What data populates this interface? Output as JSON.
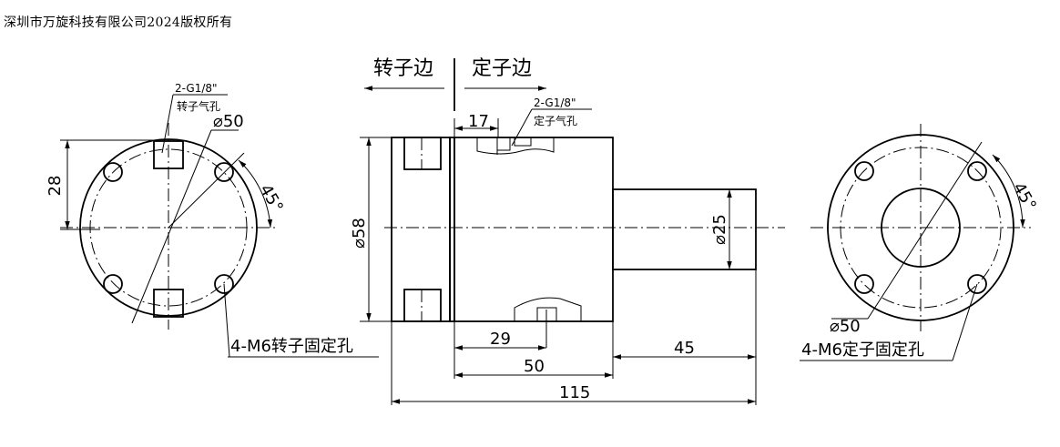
{
  "copyright": "深圳市万旋科技有限公司2024版权所有",
  "side_labels": {
    "rotor": "转子边",
    "stator": "定子边"
  },
  "left_view": {
    "port_thread": "2-G1/8\"",
    "port_note": "转子气孔",
    "diameter": "⌀50",
    "height_dim": "28",
    "angle": "45°",
    "hole_label": "4-M6转子固定孔"
  },
  "side_view": {
    "port_thread": "2-G1/8\"",
    "port_note": "定子气孔",
    "dim_17": "17",
    "dim_58": "⌀58",
    "dim_25": "⌀25",
    "dim_29": "29",
    "dim_50": "50",
    "dim_45": "45",
    "dim_115": "115"
  },
  "right_view": {
    "diameter": "⌀50",
    "angle": "45°",
    "hole_label": "4-M6定子固定孔"
  }
}
